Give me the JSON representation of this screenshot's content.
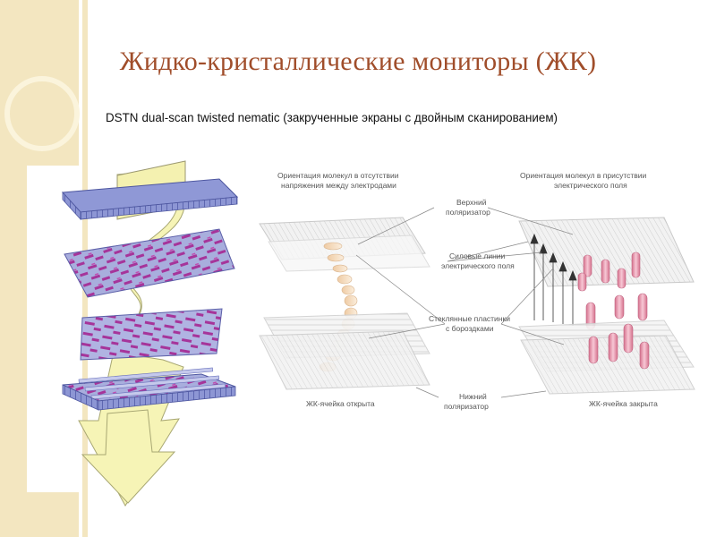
{
  "slide": {
    "title": "Жидко-кристаллические мониторы (ЖК)",
    "subtitle_abbr": "DSTN",
    "subtitle_text": "dual-scan twisted nematic  (закрученные экраны с двойным сканированием)"
  },
  "diagram": {
    "labels": {
      "orientation_no_voltage_1": "Ориентация молекул в отсутствии",
      "orientation_no_voltage_2": "напряжения между электродами",
      "orientation_field_1": "Ориентация молекул в присутствии",
      "orientation_field_2": "электрического поля",
      "upper_polarizer_1": "Верхний",
      "upper_polarizer_2": "поляризатор",
      "field_lines_1": "Силовые линии",
      "field_lines_2": "электрического поля",
      "glass_plates_1": "Стеклянные пластинки",
      "glass_plates_2": "с бороздками",
      "lower_polarizer_1": "Нижний",
      "lower_polarizer_2": "поляризатор",
      "cell_open": "ЖК-ячейка открыта",
      "cell_closed": "ЖК-ячейка закрыта"
    },
    "colors": {
      "title": "#a04d2a",
      "sidebar": "#f3e6c0",
      "plate_blue": "#7b86cc",
      "molecule_purple": "#a6349a",
      "beam_yellow": "#f6f4b6",
      "pillar_pink": "#e99fb5"
    }
  }
}
